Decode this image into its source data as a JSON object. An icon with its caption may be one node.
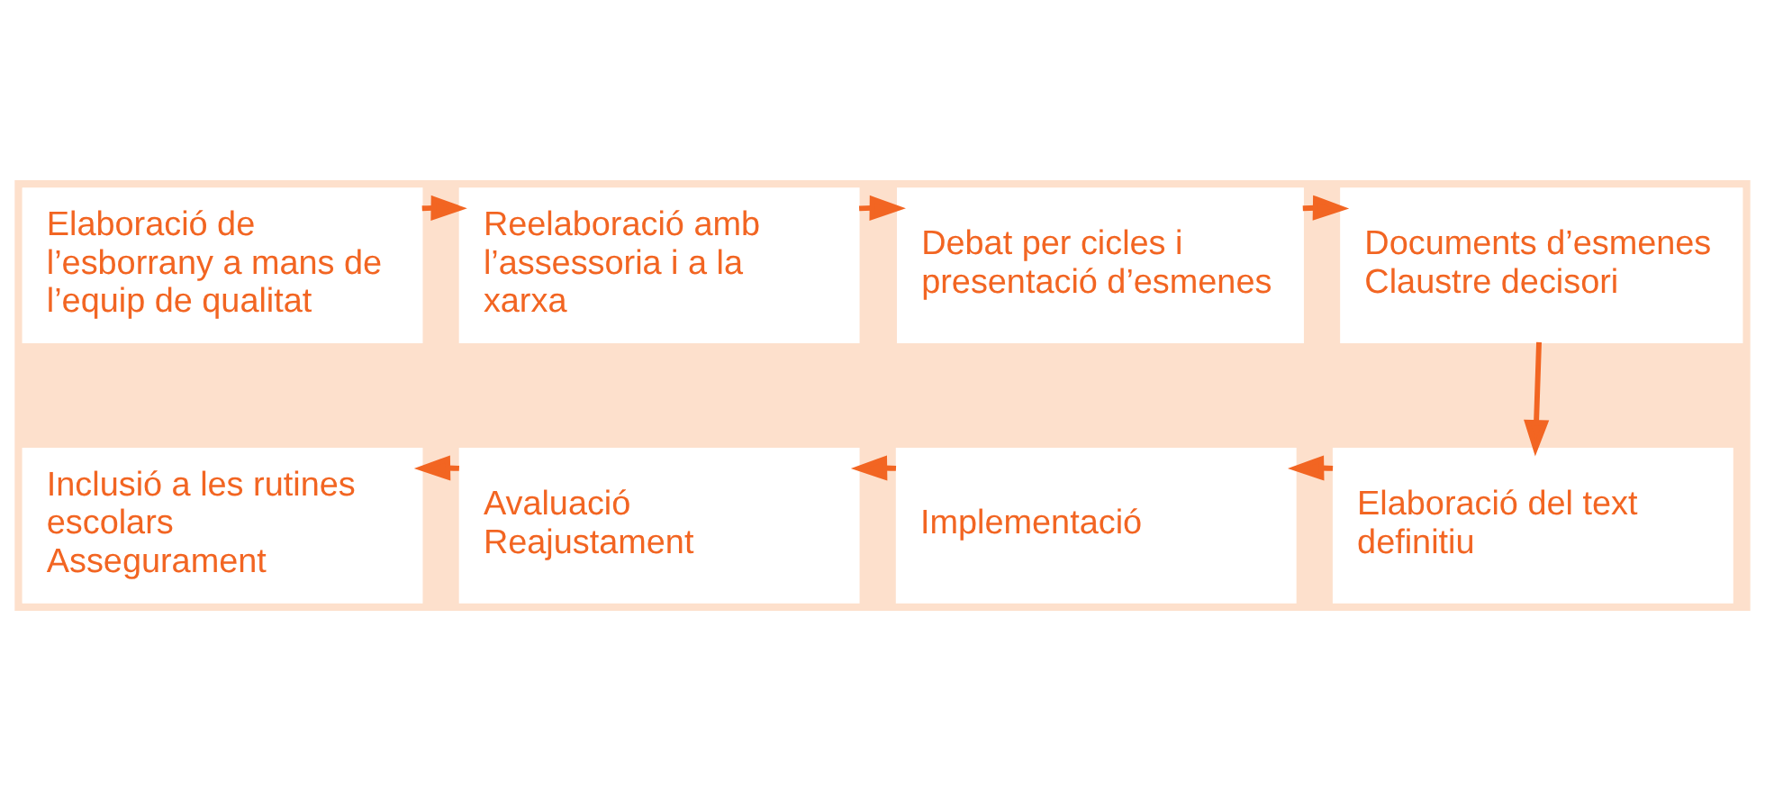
{
  "diagram": {
    "nodes": [
      {
        "text": [
          "Elaboració de l’esborrany a mans de l’equip de qualitat"
        ]
      },
      {
        "text": [
          "Reelaboració amb l’assessoria i a la xarxa"
        ]
      },
      {
        "text": [
          "Debat per cicles i presentació d’esmenes"
        ]
      },
      {
        "text": [
          "Documents d’esmenes",
          "Claustre decisori"
        ]
      },
      {
        "text": [
          "Inclusió a les rutines escolars",
          "Assegurament"
        ]
      },
      {
        "text": [
          "Avaluació",
          "Reajustament"
        ]
      },
      {
        "text": [
          "Implementació"
        ]
      },
      {
        "text": [
          "Elaboració del text definitiu"
        ]
      }
    ],
    "edges": [
      {
        "from": 0,
        "to": 1,
        "arrow": "to"
      },
      {
        "from": 1,
        "to": 2,
        "arrow": "to"
      },
      {
        "from": 2,
        "to": 3,
        "arrow": "to"
      },
      {
        "from": 3,
        "to": 7,
        "arrow": "to"
      },
      {
        "from": 7,
        "to": 6,
        "arrow": "to"
      },
      {
        "from": 6,
        "to": 5,
        "arrow": "to"
      },
      {
        "from": 5,
        "to": 4,
        "arrow": "to"
      }
    ]
  }
}
